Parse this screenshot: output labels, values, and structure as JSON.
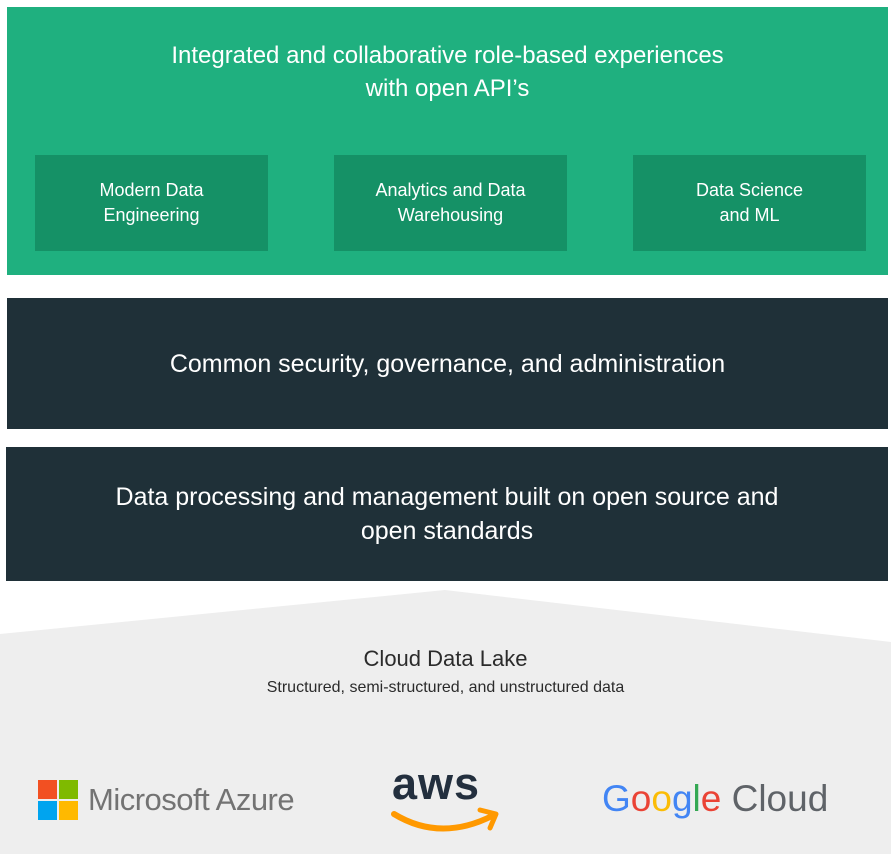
{
  "experience": {
    "title": "Integrated and collaborative role-based experiences\nwith open API’s",
    "cards": [
      {
        "label": "Modern Data\nEngineering"
      },
      {
        "label": "Analytics and Data\nWarehousing"
      },
      {
        "label": "Data Science\nand ML"
      }
    ]
  },
  "security": {
    "label": "Common security, governance, and administration"
  },
  "processing": {
    "label": "Data processing and management built on open source and\nopen standards"
  },
  "lake": {
    "title": "Cloud Data Lake",
    "subtitle": "Structured, semi-structured, and unstructured data"
  },
  "clouds": {
    "azure": {
      "name": "Microsoft Azure"
    },
    "aws": {
      "name": "aws"
    },
    "google": {
      "letters": [
        "G",
        "o",
        "o",
        "g",
        "l",
        "e"
      ],
      "suffix": " Cloud"
    }
  },
  "colors": {
    "green": "#1fb07f",
    "green_dark": "#159166",
    "navy": "#1f3038",
    "lake": "#eeeeee",
    "ms_red": "#f25022",
    "ms_green": "#7fba00",
    "ms_blue": "#00a4ef",
    "ms_yellow": "#ffb900",
    "aws_orange": "#ff9900",
    "g_blue": "#4285f4",
    "g_red": "#ea4335",
    "g_yellow": "#fbbc05",
    "g_green": "#34a853",
    "g_gray": "#5f6368"
  }
}
